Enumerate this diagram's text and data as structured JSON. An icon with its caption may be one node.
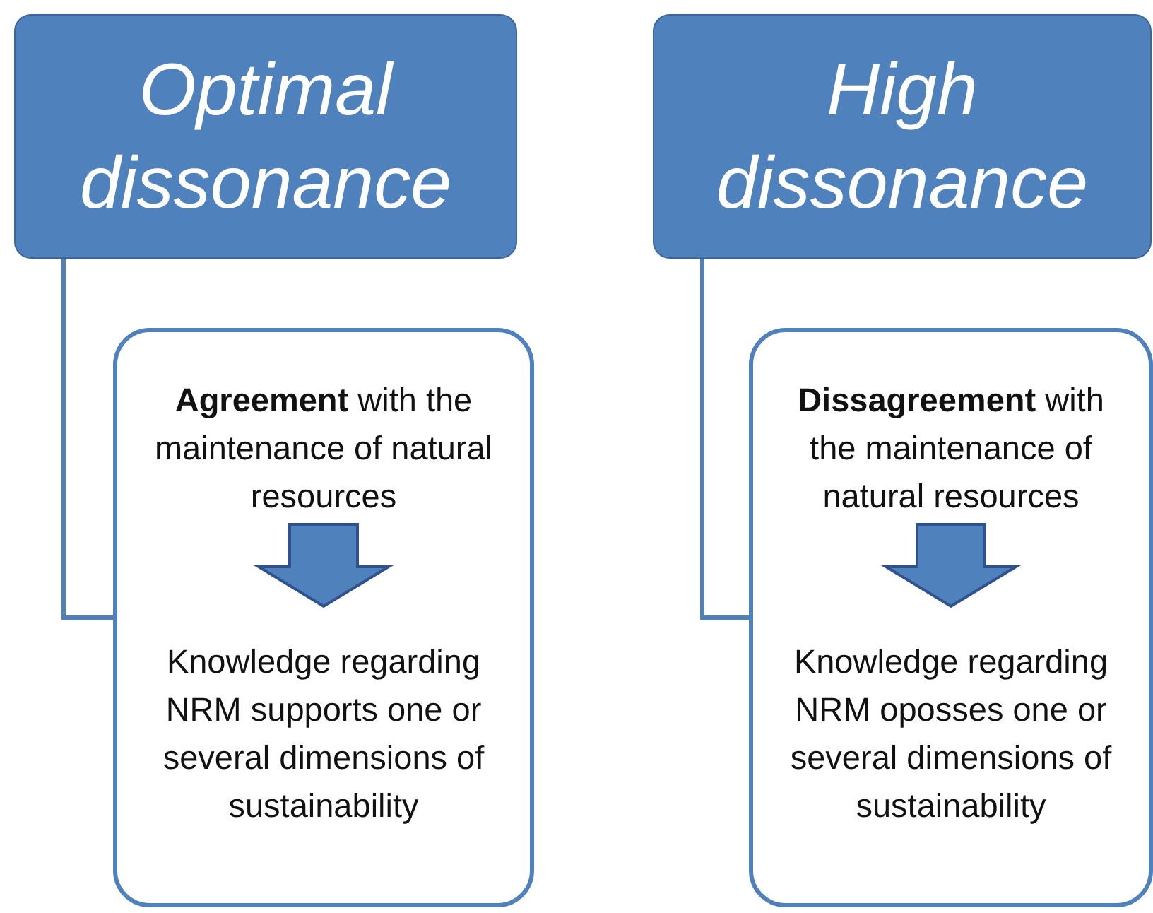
{
  "diagram": {
    "nodes": [
      {
        "text": [
          "Optimal dissonance"
        ]
      },
      {
        "text": [],
        "shape": "box"
      },
      {
        "text": [
          "**Agreement** with the maintenance of natural resources"
        ],
        "in": 1
      },
      {
        "text": [
          "Knowledge regarding NRM supports one or several dimensions of sustainability"
        ],
        "in": 1
      },
      {
        "text": [
          "High dissonance"
        ]
      },
      {
        "text": [],
        "shape": "box"
      },
      {
        "text": [
          "**Dissagreement** with the maintenance of natural resources"
        ],
        "in": 5
      },
      {
        "text": [
          "Knowledge regarding NRM oposses one or several dimensions of sustainability"
        ],
        "in": 5
      }
    ],
    "edges": [
      {
        "from": 0,
        "to": 1,
        "arrow": "none"
      },
      {
        "from": 2,
        "to": 3,
        "arrow": "to",
        "style": "thick"
      },
      {
        "from": 4,
        "to": 5,
        "arrow": "none"
      },
      {
        "from": 6,
        "to": 7,
        "arrow": "to",
        "style": "thick"
      }
    ]
  }
}
